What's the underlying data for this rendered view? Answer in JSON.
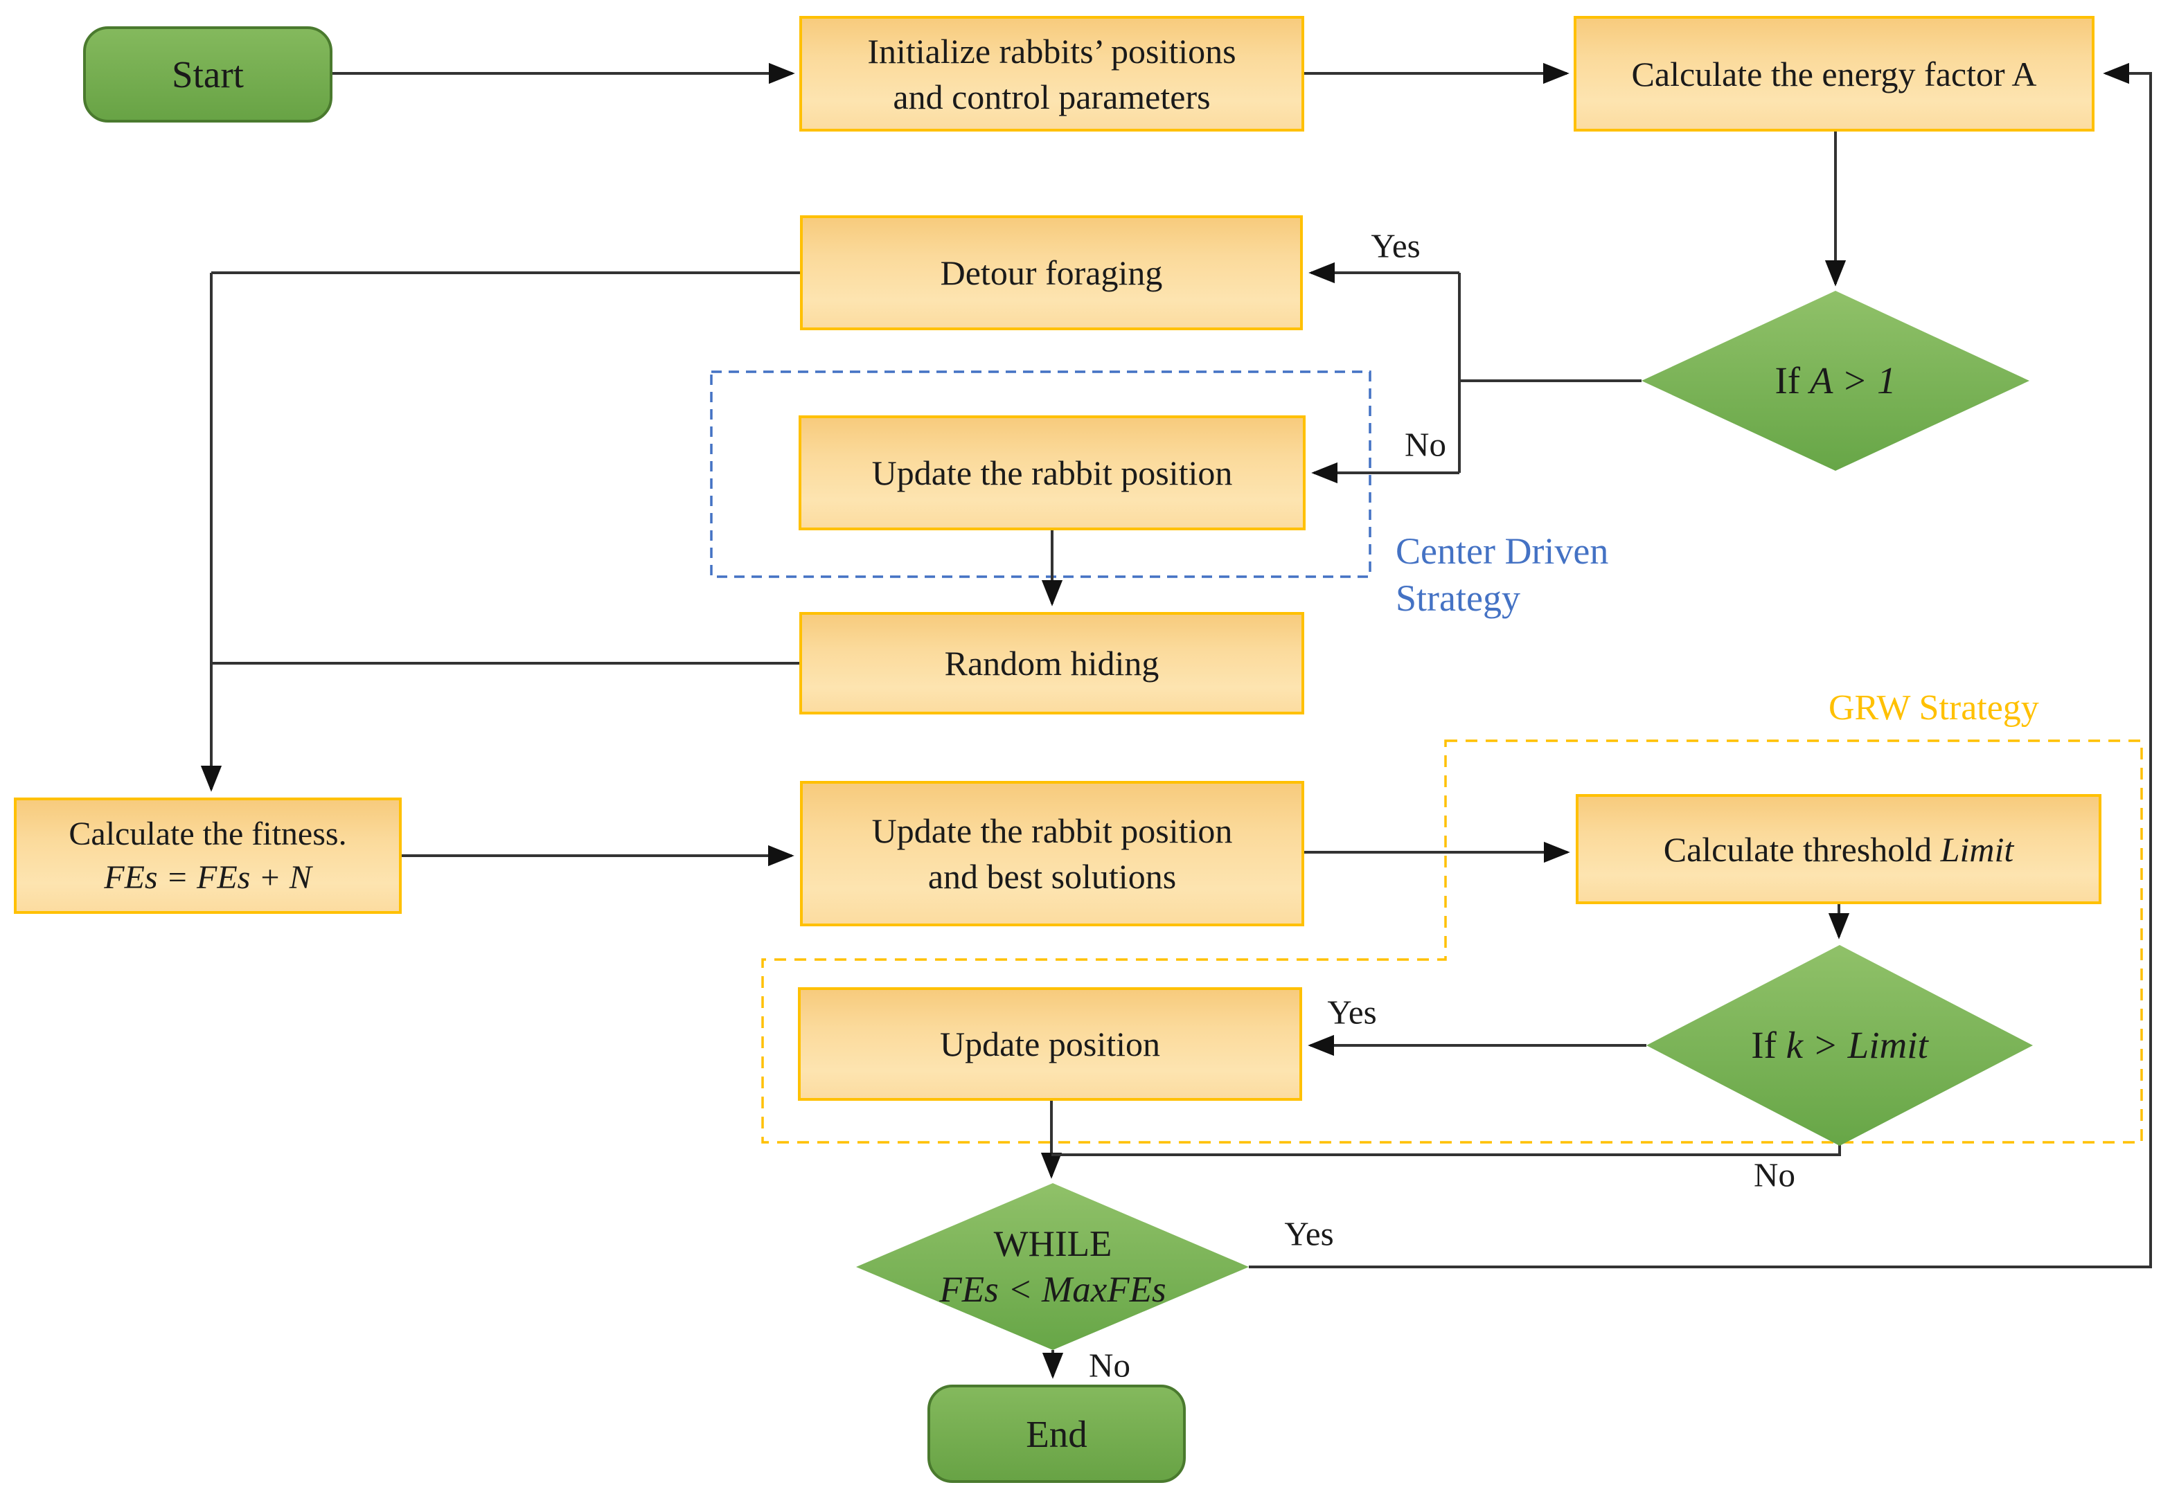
{
  "nodes": {
    "start": {
      "label": "Start"
    },
    "init": {
      "line1": "Initialize  rabbits’ positions",
      "line2": "and control parameters"
    },
    "energy": {
      "label": "Calculate the energy factor A"
    },
    "detour": {
      "label": "Detour foraging"
    },
    "update_rabbit": {
      "label": "Update the rabbit position"
    },
    "random_hiding": {
      "label": "Random hiding"
    },
    "fitness": {
      "line1": "Calculate the fitness.",
      "line2": "FEs = FEs + N"
    },
    "update_best": {
      "line1": "Update the rabbit position",
      "line2": "and best solutions"
    },
    "threshold": {
      "prefix": "Calculate threshold ",
      "math": "Limit"
    },
    "update_position": {
      "label": "Update position"
    },
    "decision_energy": {
      "prefix": "If ",
      "math": "A > 1"
    },
    "decision_limit": {
      "prefix": "If ",
      "math": "k > Limit"
    },
    "decision_while": {
      "line1": "WHILE",
      "line2": "FEs < MaxFEs"
    },
    "end": {
      "label": "End"
    }
  },
  "regions": {
    "center_driven": {
      "line1": "Center Driven",
      "line2": "Strategy"
    },
    "grw": {
      "label": "GRW Strategy"
    }
  },
  "edge_labels": {
    "energy_yes": "Yes",
    "energy_no": "No",
    "limit_yes": "Yes",
    "limit_no": "No",
    "while_yes": "Yes",
    "while_no": "No"
  },
  "colors": {
    "process_border": "#FFC000",
    "process_fill_light": "#FDE4B0",
    "process_fill_dark": "#F7CB7D",
    "terminal_fill": "#6EAC4A",
    "terminal_border": "#4A7A2E",
    "decision_fill_top": "#90C169",
    "decision_fill_bottom": "#67A647",
    "center_driven_blue": "#4472C4",
    "grw_gold": "#FFC000",
    "connector": "#333333",
    "background": "#FFFFFF"
  }
}
